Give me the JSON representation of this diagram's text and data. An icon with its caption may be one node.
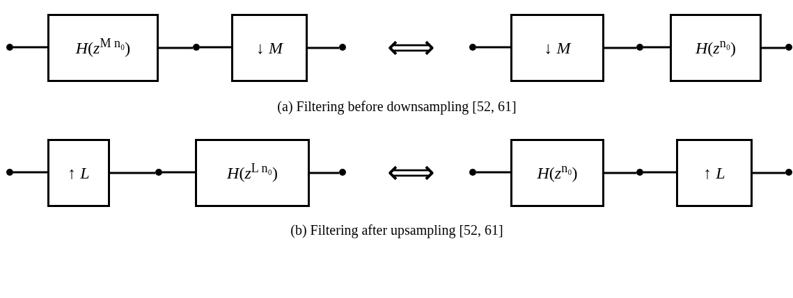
{
  "diagram": {
    "nodes": [
      {
        "text": [],
        "shape": "circle"
      },
      {
        "text": [
          "*H*(*z*$^{M n₀}$)"
        ]
      },
      {
        "text": [],
        "shape": "circle"
      },
      {
        "text": [
          "↓ *M*"
        ]
      },
      {
        "text": [],
        "shape": "circle"
      },
      {
        "text": [],
        "shape": "circle"
      },
      {
        "text": [
          "↓ *M*"
        ]
      },
      {
        "text": [],
        "shape": "circle"
      },
      {
        "text": [
          "*H*(*z*$^{n₀}$)"
        ]
      },
      {
        "text": [],
        "shape": "circle"
      },
      {
        "text": [],
        "shape": "circle"
      },
      {
        "text": [
          "↑ *L*"
        ]
      },
      {
        "text": [],
        "shape": "circle"
      },
      {
        "text": [
          "*H*(*z*$^{L n₀}$)"
        ]
      },
      {
        "text": [],
        "shape": "circle"
      },
      {
        "text": [],
        "shape": "circle"
      },
      {
        "text": [
          "*H*(*z*$^{n₀}$)"
        ]
      },
      {
        "text": [],
        "shape": "circle"
      },
      {
        "text": [
          "↑ *L*"
        ]
      },
      {
        "text": [],
        "shape": "circle"
      }
    ],
    "edges": [
      {
        "from": 0,
        "to": 1,
        "arrow": "none"
      },
      {
        "from": 1,
        "to": 2,
        "arrow": "none"
      },
      {
        "from": 2,
        "to": 3,
        "arrow": "none"
      },
      {
        "from": 3,
        "to": 4,
        "arrow": "none"
      },
      {
        "from": 5,
        "to": 6,
        "arrow": "none"
      },
      {
        "from": 6,
        "to": 7,
        "arrow": "none"
      },
      {
        "from": 7,
        "to": 8,
        "arrow": "none"
      },
      {
        "from": 8,
        "to": 9,
        "arrow": "none"
      },
      {
        "from": 10,
        "to": 11,
        "arrow": "none"
      },
      {
        "from": 11,
        "to": 12,
        "arrow": "none"
      },
      {
        "from": 12,
        "to": 13,
        "arrow": "none"
      },
      {
        "from": 13,
        "to": 14,
        "arrow": "none"
      },
      {
        "from": 15,
        "to": 16,
        "arrow": "none"
      },
      {
        "from": 16,
        "to": 17,
        "arrow": "none"
      },
      {
        "from": 17,
        "to": 18,
        "arrow": "none"
      },
      {
        "from": 18,
        "to": 19,
        "arrow": "none"
      }
    ],
    "labels": [
      "⟺",
      "(a) Filtering before downsampling [52, 61]",
      "⟺",
      "(b) Filtering after upsampling [52, 61]"
    ]
  }
}
